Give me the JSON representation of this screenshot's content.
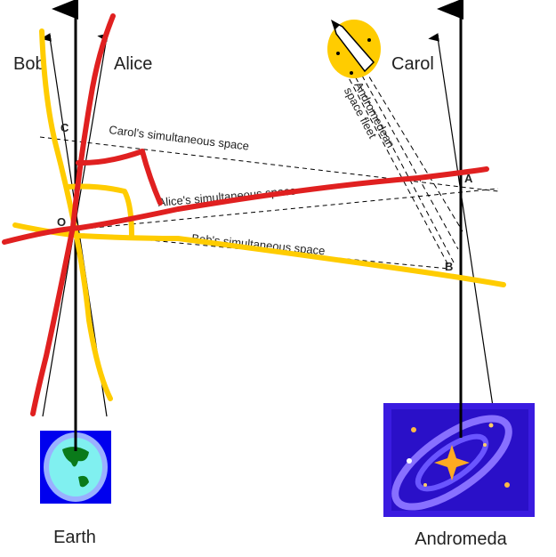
{
  "labels": {
    "bob": "Bob",
    "alice": "Alice",
    "carol": "Carol",
    "carol_space": "Carol's simultaneous space",
    "alice_space": "Alice's simultaneous space",
    "bob_space": "Bob's simultaneous space",
    "fleet_line1": "Andromedean",
    "fleet_line2": "space fleet",
    "earth": "Earth",
    "andromeda": "Andromeda",
    "point_c": "C",
    "point_o": "O",
    "point_a": "A",
    "point_b": "B"
  },
  "colors": {
    "red_annotation": "#e02020",
    "yellow_annotation": "#ffcc00",
    "earth_bg": "#0000ee",
    "galaxy_bg": "#3a1be0"
  }
}
